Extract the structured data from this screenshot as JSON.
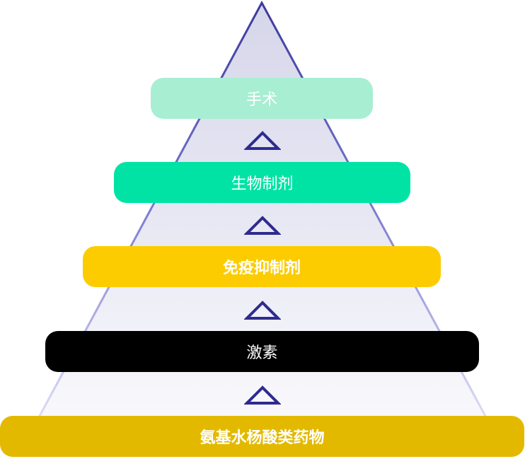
{
  "title": "治疗阶梯金字塔",
  "levels": [
    {
      "label": "手术",
      "color": "#a8eed3"
    },
    {
      "label": "生物制剂",
      "color": "#00e3a5"
    },
    {
      "label": "免疫抑制剂",
      "color": "#fccc00"
    },
    {
      "label": "激素",
      "color": "#000000"
    },
    {
      "label": "氨基水杨酸类药物",
      "color": "#e3b900"
    }
  ],
  "colors": {
    "pyramid_stroke": "#3b3a9e",
    "arrow": "#2e2b8f"
  }
}
